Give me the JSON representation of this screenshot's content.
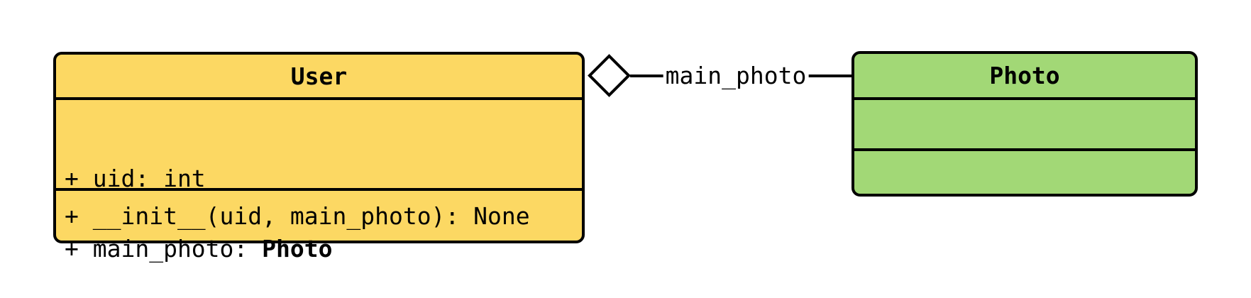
{
  "page": {
    "background": "#ffffff"
  },
  "diagram": {
    "kind": "uml-class-diagram",
    "border_color": "#000000",
    "text_color": "#000000",
    "classes": [
      {
        "name": "User",
        "title": "User",
        "fill": "#FCD863",
        "attributes": [
          {
            "text": "+ uid: int"
          },
          {
            "prefix": "+ main_photo: ",
            "type": "Photo"
          }
        ],
        "methods": [
          {
            "text": "+ __init__(uid, main_photo): None"
          }
        ]
      },
      {
        "name": "Photo",
        "title": "Photo",
        "fill": "#A2D876",
        "attributes": [],
        "methods": []
      }
    ],
    "relationship": {
      "kind": "aggregation",
      "from": "User",
      "to": "Photo",
      "label": "main_photo",
      "diamond_fill": "#ffffff",
      "line_color": "#000000"
    }
  }
}
